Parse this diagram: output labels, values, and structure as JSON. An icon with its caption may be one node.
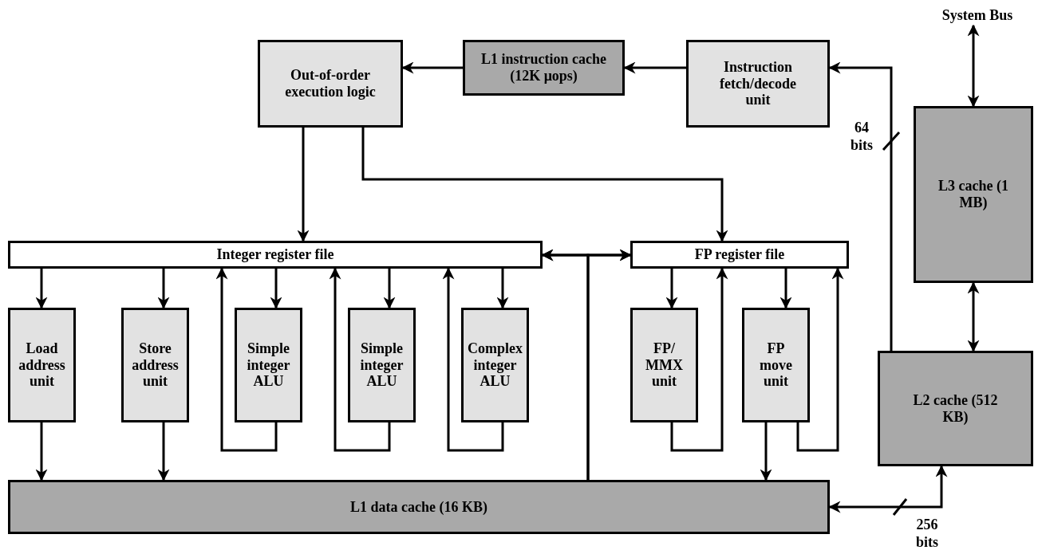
{
  "diagram": {
    "nodes": [
      {
        "text": [
          "System Bus"
        ]
      },
      {
        "text": [
          "Out-of-order execution logic"
        ]
      },
      {
        "text": [
          "L1 instruction cache (12K μops)"
        ]
      },
      {
        "text": [
          "Instruction fetch/decode unit"
        ]
      },
      {
        "text": [
          "L3 cache (1 MB)"
        ]
      },
      {
        "text": [
          "Integer register file"
        ]
      },
      {
        "text": [
          "FP register file"
        ]
      },
      {
        "text": [
          "Load address unit"
        ]
      },
      {
        "text": [
          "Store address unit"
        ]
      },
      {
        "text": [
          "Simple integer ALU"
        ]
      },
      {
        "text": [
          "Simple integer ALU"
        ]
      },
      {
        "text": [
          "Complex integer ALU"
        ]
      },
      {
        "text": [
          "FP/ MMX unit"
        ]
      },
      {
        "text": [
          "FP move unit"
        ]
      },
      {
        "text": [
          "L2 cache (512 KB)"
        ]
      },
      {
        "text": [
          "L1 data cache (16 KB)"
        ]
      }
    ],
    "edges": [
      {
        "from": 2,
        "to": 1,
        "arrow": "to"
      },
      {
        "from": 3,
        "to": 2,
        "arrow": "to"
      },
      {
        "from": 14,
        "to": 3,
        "arrow": "to",
        "label": "64 bits"
      },
      {
        "from": 0,
        "to": 4,
        "arrow": "both"
      },
      {
        "from": 4,
        "to": 14,
        "arrow": "both"
      },
      {
        "from": 1,
        "to": 5,
        "arrow": "to"
      },
      {
        "from": 1,
        "to": 6,
        "arrow": "to"
      },
      {
        "from": 5,
        "to": 6,
        "arrow": "both"
      },
      {
        "from": 15,
        "to": 5,
        "arrow": "to"
      },
      {
        "from": 15,
        "to": 6,
        "arrow": "to"
      },
      {
        "from": 5,
        "to": 7,
        "arrow": "to"
      },
      {
        "from": 5,
        "to": 8,
        "arrow": "to"
      },
      {
        "from": 5,
        "to": 9,
        "arrow": "to"
      },
      {
        "from": 5,
        "to": 10,
        "arrow": "to"
      },
      {
        "from": 5,
        "to": 11,
        "arrow": "to"
      },
      {
        "from": 9,
        "to": 5,
        "arrow": "to"
      },
      {
        "from": 10,
        "to": 5,
        "arrow": "to"
      },
      {
        "from": 11,
        "to": 5,
        "arrow": "to"
      },
      {
        "from": 7,
        "to": 15,
        "arrow": "to"
      },
      {
        "from": 8,
        "to": 15,
        "arrow": "to"
      },
      {
        "from": 6,
        "to": 12,
        "arrow": "to"
      },
      {
        "from": 6,
        "to": 13,
        "arrow": "to"
      },
      {
        "from": 12,
        "to": 6,
        "arrow": "to"
      },
      {
        "from": 13,
        "to": 6,
        "arrow": "to"
      },
      {
        "from": 13,
        "to": 15,
        "arrow": "to"
      },
      {
        "from": 15,
        "to": 14,
        "arrow": "both",
        "label": "256 bits"
      }
    ]
  }
}
